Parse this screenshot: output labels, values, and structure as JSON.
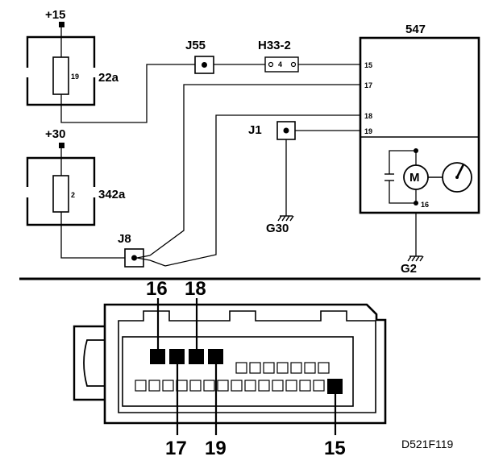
{
  "labels": {
    "supply_15": "+15",
    "supply_30": "+30",
    "fuse_22a": "22a",
    "fuse_22a_rating": "19",
    "fuse_342a": "342a",
    "fuse_342a_rating": "2",
    "j55": "J55",
    "h33": "H33-2",
    "h33_pin": "4",
    "ecu": "547",
    "j1": "J1",
    "g30": "G30",
    "j8": "J8",
    "g2": "G2",
    "motor": "M",
    "pins": {
      "p15": "15",
      "p17": "17",
      "p18": "18",
      "p19": "19",
      "p16": "16"
    }
  },
  "connector": {
    "top_labels": [
      "16",
      "18"
    ],
    "bottom_labels": [
      "17",
      "19",
      "15"
    ]
  },
  "reference": "D521F119"
}
